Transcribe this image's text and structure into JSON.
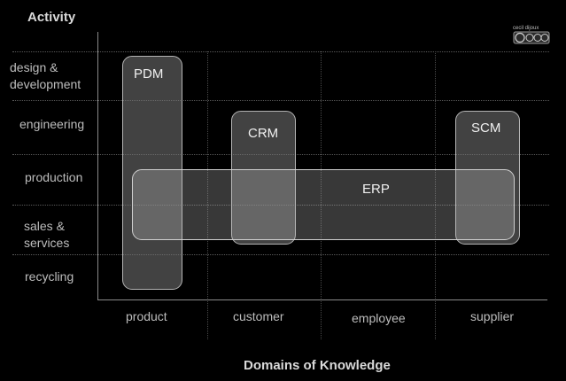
{
  "titles": {
    "activity": "Activity",
    "domains": "Domains of Knowledge"
  },
  "rows": [
    {
      "label": "design & development"
    },
    {
      "label": "engineering"
    },
    {
      "label": "production"
    },
    {
      "label": "sales & services"
    },
    {
      "label": "recycling"
    }
  ],
  "columns": [
    {
      "label": "product"
    },
    {
      "label": "customer"
    },
    {
      "label": "employee"
    },
    {
      "label": "supplier"
    }
  ],
  "systems": [
    {
      "name": "PDM"
    },
    {
      "name": "CRM"
    },
    {
      "name": "SCM"
    },
    {
      "name": "ERP"
    }
  ],
  "license": {
    "author": "cecil dijoux",
    "icon": "creative-commons-license-icon"
  }
}
